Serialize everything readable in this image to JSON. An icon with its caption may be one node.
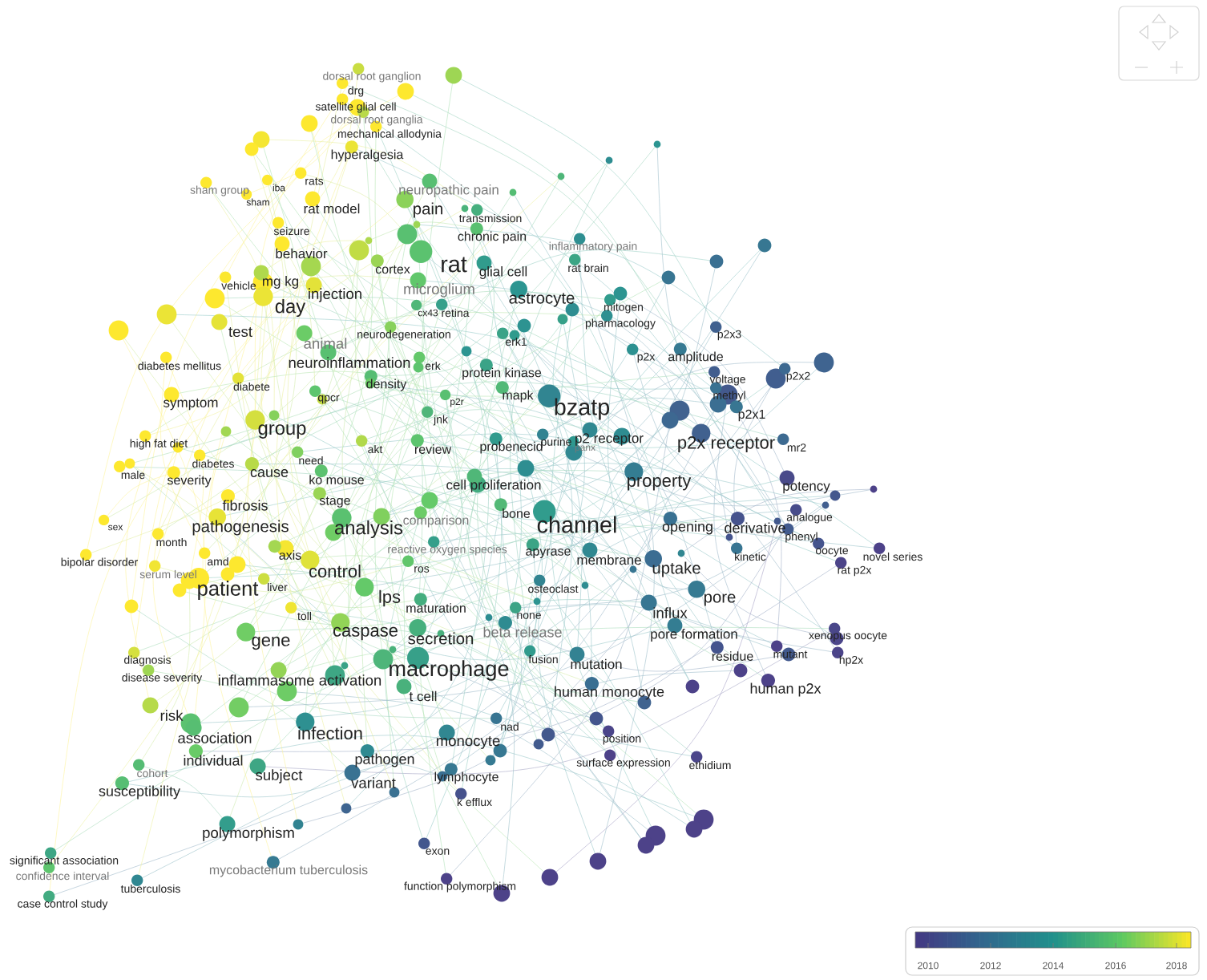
{
  "diagram": {
    "labels": [
      "dorsal root ganglion",
      "drg",
      "satellite glial cell",
      "dorsal root ganglia",
      "mechanical allodynia",
      "hyperalgesia",
      "sham group",
      "iba",
      "rats",
      "sham",
      "neuropathic pain",
      "rat model",
      "pain",
      "transmission",
      "seizure",
      "chronic pain",
      "inflammatory pain",
      "behavior",
      "cortex",
      "rat",
      "glial cell",
      "rat brain",
      "vehicle",
      "mg kg",
      "injection",
      "microglium",
      "astrocyte",
      "mitogen",
      "day",
      "cx43",
      "retina",
      "pharmacology",
      "test",
      "animal",
      "neurodegeneration",
      "erk1",
      "p2x3",
      "p2x",
      "amplitude",
      "diabetes mellitus",
      "neuroinflammation",
      "erk",
      "protein kinase",
      "voltage",
      "p2x2",
      "diabete",
      "density",
      "mapk",
      "methyl",
      "symptom",
      "qpcr",
      "p2r",
      "jnk",
      "bzatp",
      "p2x1",
      "group",
      "high fat diet",
      "akt",
      "review",
      "probenecid",
      "purine",
      "panx",
      "p2 receptor",
      "p2x receptor",
      "mr2",
      "diabetes",
      "need",
      "male",
      "severity",
      "cause",
      "ko mouse",
      "cell proliferation",
      "property",
      "potency",
      "fibrosis",
      "stage",
      "analogue",
      "bone",
      "channel",
      "opening",
      "derivative",
      "sex",
      "pathogenesis",
      "analysis",
      "comparison",
      "phenyl",
      "month",
      "bipolar disorder",
      "amd",
      "axis",
      "reactive oxygen species",
      "apyrase",
      "membrane",
      "uptake",
      "kinetic",
      "oocyte",
      "novel series",
      "control",
      "ros",
      "rat p2x",
      "osteoclast",
      "pore",
      "lps",
      "serum level",
      "patient",
      "liver",
      "maturation",
      "toll",
      "none",
      "influx",
      "gene",
      "caspase",
      "secretion",
      "beta release",
      "pore formation",
      "xenopus oocyte",
      "diagnosis",
      "fusion",
      "mutation",
      "residue",
      "mutant",
      "hp2x",
      "macrophage",
      "disease severity",
      "inflammasome activation",
      "human monocyte",
      "human p2x",
      "t cell",
      "risk",
      "association",
      "infection",
      "monocyte",
      "nad",
      "position",
      "individual",
      "pathogen",
      "surface expression",
      "ethidium",
      "subject",
      "cohort",
      "variant",
      "lymphocyte",
      "susceptibility",
      "k efflux",
      "polymorphism",
      "exon",
      "significant association",
      "confidence interval",
      "mycobacterium tuberculosis",
      "tuberculosis",
      "function polymorphism",
      "case control study",
      "2010",
      "2012",
      "2014",
      "2016",
      "2018"
    ]
  }
}
